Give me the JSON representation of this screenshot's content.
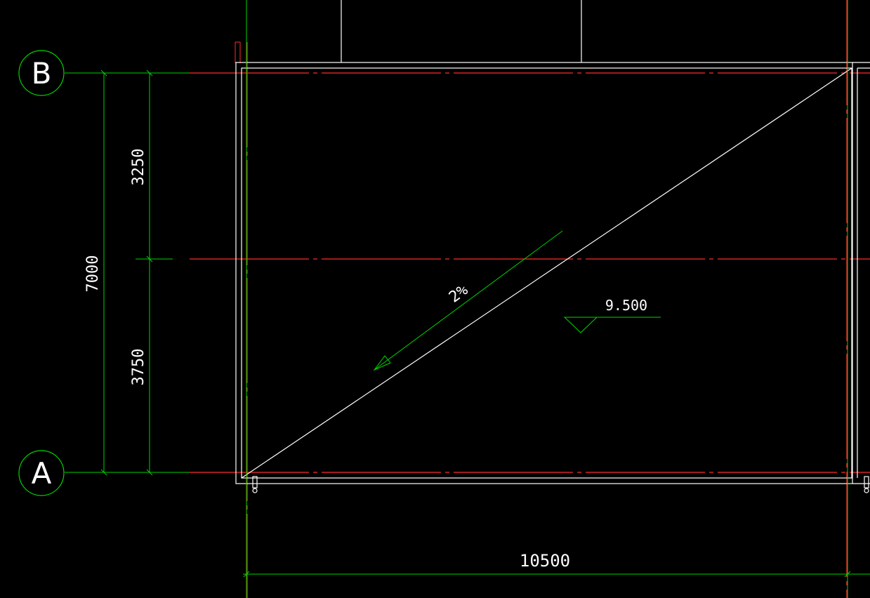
{
  "colors": {
    "background": "#000000",
    "dimension": "#00d400",
    "axis": "#ff2a2a",
    "outline": "#ffffff"
  },
  "grid_axes": {
    "b_label": "B",
    "a_label": "A"
  },
  "dimensions": {
    "upper_segment": "3250",
    "lower_segment": "3750",
    "total_vertical": "7000",
    "horizontal_span": "10500"
  },
  "roof": {
    "slope_text": "2%",
    "elevation_text": "9.500"
  }
}
